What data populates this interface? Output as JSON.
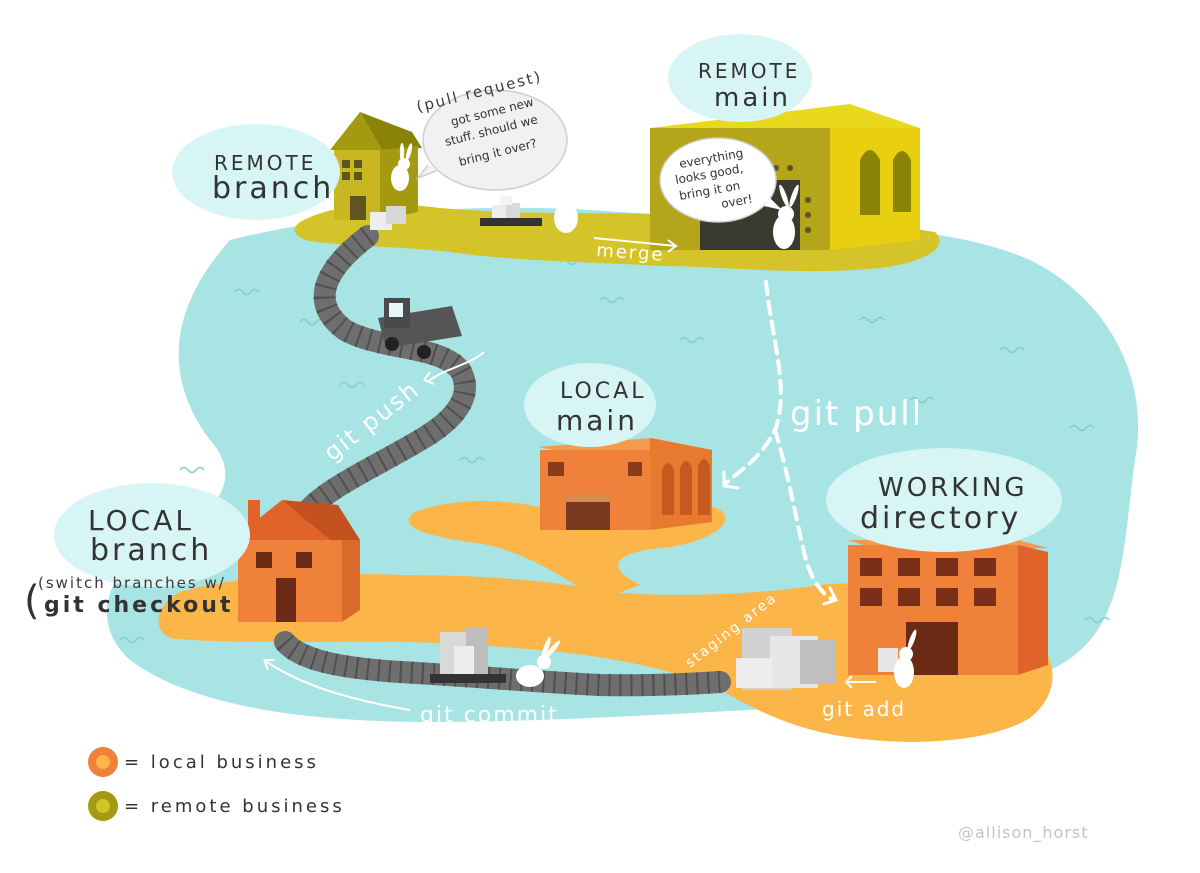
{
  "colors": {
    "water": "#a8e4e4",
    "local_land": "#fbb549",
    "remote_land": "#d4c42a",
    "local_building": "#f0813a",
    "remote_building": "#c9b722",
    "road": "#707070",
    "label_cloud": "#d7f5f5"
  },
  "labels": {
    "remote_branch": {
      "line1": "REMOTE",
      "line2": "branch"
    },
    "remote_main": {
      "line1": "REMOTE",
      "line2": "main"
    },
    "local_main": {
      "line1": "LOCAL",
      "line2": "main"
    },
    "local_branch": {
      "line1": "LOCAL",
      "line2": "branch"
    },
    "working_directory": {
      "line1": "WORKING",
      "line2": "directory"
    },
    "switch_branches": {
      "line1": "(switch branches w/",
      "line2": "git checkout"
    }
  },
  "bubbles": {
    "pull_request_tag": "(pull request)",
    "pull_request": [
      "got some new",
      "stuff. should we",
      "bring it over?"
    ],
    "remote_main": [
      "everything",
      "looks good,",
      "bring it on",
      "over!"
    ]
  },
  "actions": {
    "merge": "merge",
    "git_push": "git push",
    "git_pull": "git pull",
    "git_commit": "git commit",
    "git_add": "git add",
    "staging_area": "staging area"
  },
  "legend": {
    "local": "= local business",
    "remote": "= remote business",
    "local_colors": {
      "outer": "#f0813a",
      "inner": "#fbb549"
    },
    "remote_colors": {
      "outer": "#a39a10",
      "inner": "#d4c42a"
    }
  },
  "credit": "@allison_horst"
}
